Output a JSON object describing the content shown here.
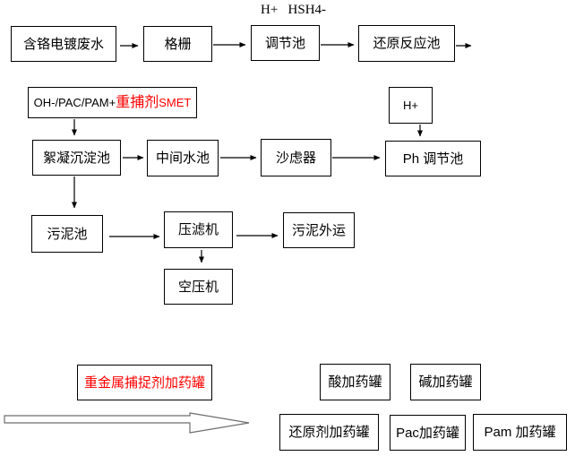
{
  "formula_top": "H+   HSH4-",
  "nodes": {
    "raw": "含铬电镀废水",
    "grating": "格栅",
    "regulating": "调节池",
    "reduction": "还原反应池",
    "h_plus": "H+",
    "flocculation": "絮凝沉淀池",
    "intermediate": "中间水池",
    "sand_filter": "沙虑器",
    "ph_regulating": "Ph 调节池",
    "sludge": "污泥池",
    "filter_press": "压滤机",
    "sludge_out": "污泥外运",
    "air_compressor": "空压机"
  },
  "dosing_note": {
    "prefix": "OH-/PAC/PAM+",
    "highlight": "重捕剂",
    "suffix": " SMET"
  },
  "tanks": {
    "heavy_metal": "重金属捕捉剂加药罐",
    "acid": "酸加药罐",
    "alkali": "碱加药罐",
    "reducer": "还原剂加药罐",
    "pac": "Pac加药罐",
    "pam": "Pam 加药罐"
  },
  "colors": {
    "line": "#000000",
    "border": "#000000",
    "background": "#ffffff",
    "red_text": "#ff0000",
    "block_arrow_outline": "#6e6e6e"
  }
}
